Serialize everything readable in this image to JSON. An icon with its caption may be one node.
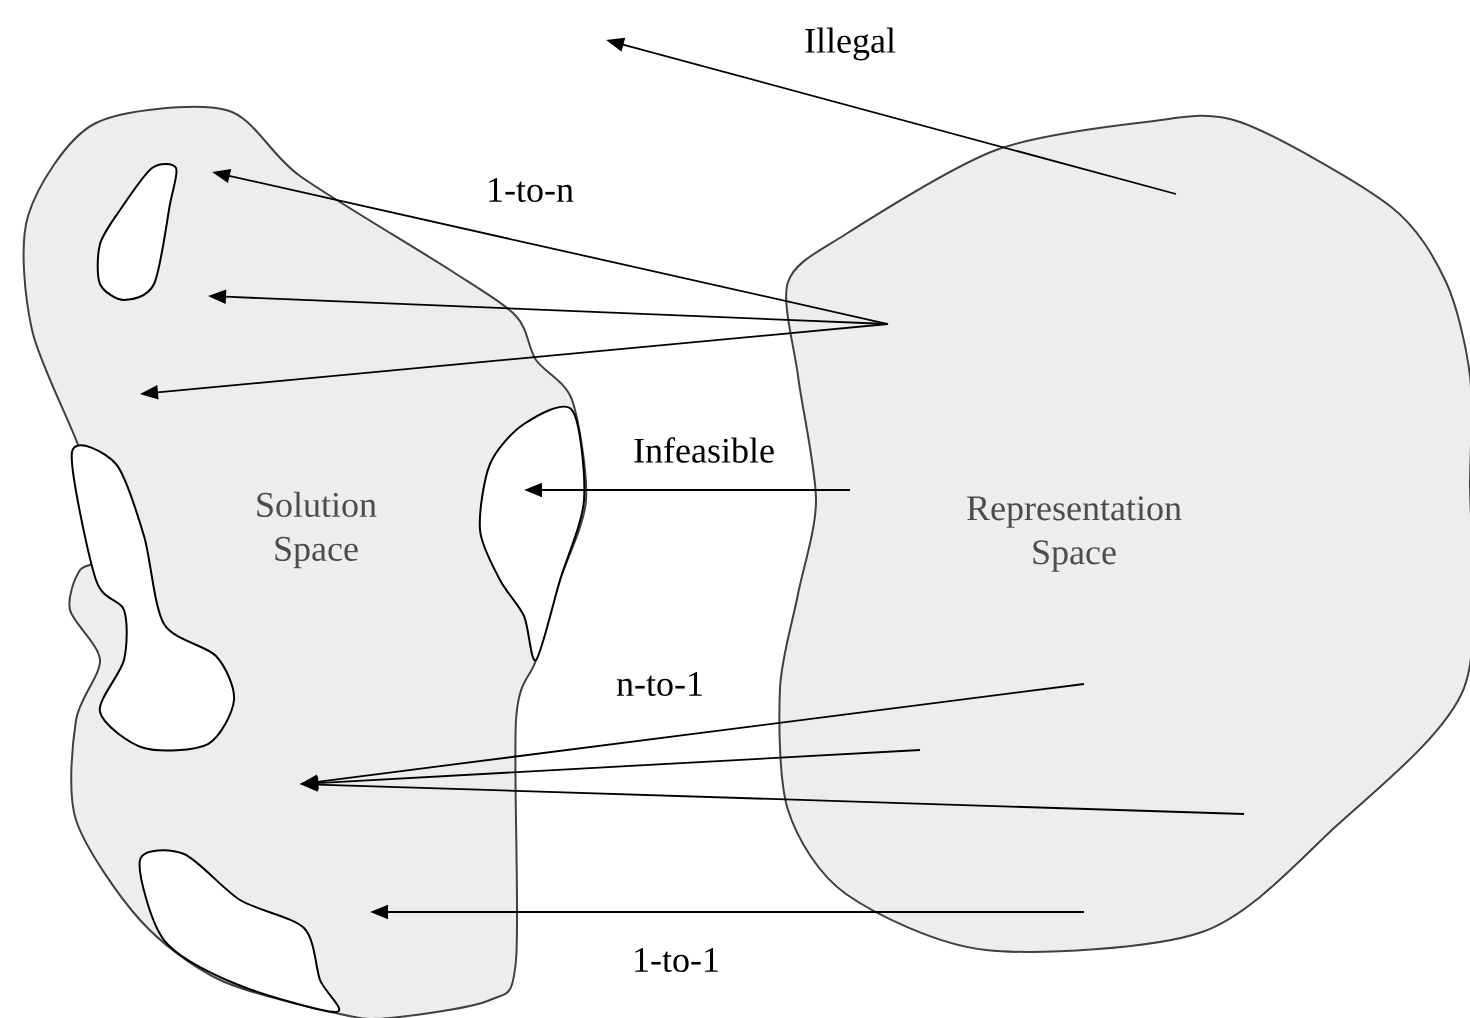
{
  "diagram": {
    "nodes": [
      {
        "text": [
          "Solution Space"
        ]
      },
      {
        "text": [
          "Representation Space"
        ]
      }
    ],
    "edges": [
      {
        "from": 1,
        "to": null,
        "arrow": "to",
        "label": "Illegal"
      },
      {
        "from": 1,
        "to": 0,
        "arrow": "to",
        "label": "1-to-n"
      },
      {
        "from": 1,
        "to": 0,
        "arrow": "to"
      },
      {
        "from": 1,
        "to": 0,
        "arrow": "to"
      },
      {
        "from": 1,
        "to": 0,
        "arrow": "to",
        "label": "Infeasible"
      },
      {
        "from": 1,
        "to": 0,
        "arrow": "to",
        "label": "n-to-1"
      },
      {
        "from": 1,
        "to": 0,
        "arrow": "to"
      },
      {
        "from": 1,
        "to": 0,
        "arrow": "to"
      },
      {
        "from": 1,
        "to": 0,
        "arrow": "to",
        "label": "1-to-1"
      }
    ]
  }
}
